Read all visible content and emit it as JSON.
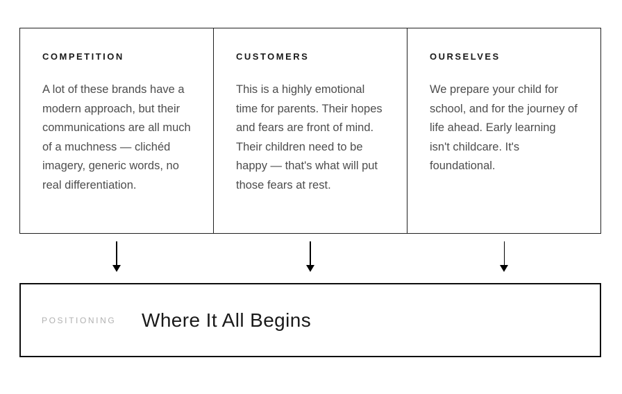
{
  "columns": [
    {
      "heading": "COMPETITION",
      "body": "A lot of these brands have a modern approach, but their communications are all much of a muchness — clichéd imagery, generic words, no real differentiation."
    },
    {
      "heading": "CUSTOMERS",
      "body": "This is a highly emotional time for parents. Their hopes and fears are front of mind. Their children need to be happy — that's what will put those fears at rest."
    },
    {
      "heading": "OURSELVES",
      "body": "We prepare your child for school, and for the journey of life ahead. Early learning isn't childcare. It's foundational."
    }
  ],
  "positioning": {
    "label": "POSITIONING",
    "title": "Where It All Begins"
  },
  "colors": {
    "background": "#ffffff",
    "box_border": "#1f1f1f",
    "positioning_border": "#0d0d0d",
    "heading_text": "#1a1a1a",
    "body_text": "#4d4d4d",
    "label_text": "#b1b1b1",
    "arrow": "#000000"
  }
}
